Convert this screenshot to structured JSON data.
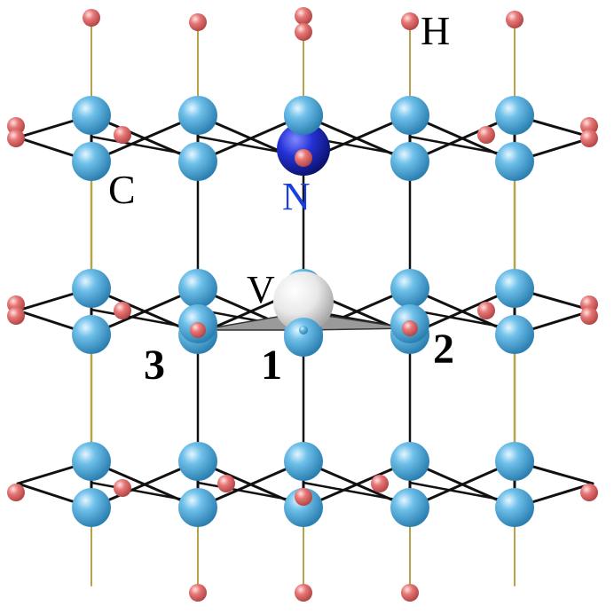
{
  "labels": {
    "carbon": "C",
    "nitrogen": "N",
    "hydrogen": "H",
    "vacancy": "V",
    "site1": "1",
    "site2": "2",
    "site3": "3"
  },
  "colors": {
    "carbon": "#4aa8d8",
    "hydrogen": "#e06a6a",
    "nitrogen": "#1f2fd0",
    "vacancy": "#e8e8e8",
    "bond": "#111111",
    "ch_bond": "#b8a24a",
    "nitrogen_label": "#1a3fe0",
    "text": "#000000"
  }
}
